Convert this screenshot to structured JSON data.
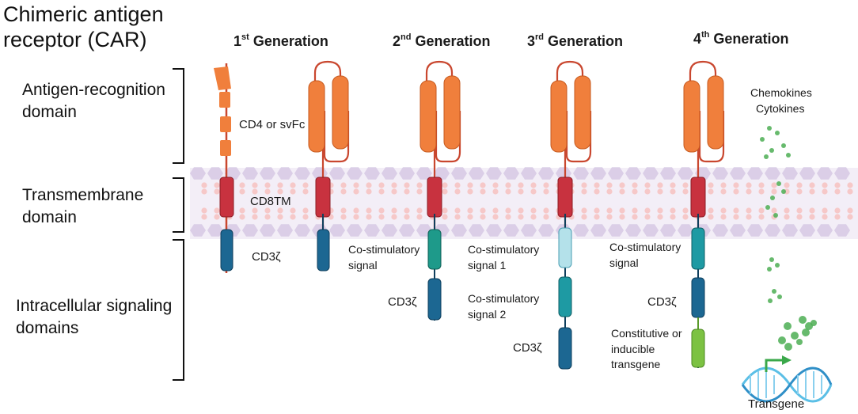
{
  "title": {
    "line1": "Chimeric antigen",
    "line2": "receptor (CAR)"
  },
  "domains": {
    "antigen": {
      "line1": "Antigen-recognition",
      "line2": "domain"
    },
    "transmembrane": {
      "line1": "Transmembrane",
      "line2": "domain"
    },
    "intracellular": {
      "line1": "Intracellular signaling",
      "line2": "domains"
    }
  },
  "generations": [
    {
      "num": "1",
      "sup": "st",
      "label": "Generation"
    },
    {
      "num": "2",
      "sup": "nd",
      "label": "Generation"
    },
    {
      "num": "3",
      "sup": "rd",
      "label": "Generation"
    },
    {
      "num": "4",
      "sup": "th",
      "label": "Generation"
    }
  ],
  "labels": {
    "cd4": "CD4 or svFc",
    "cd8tm": "CD8TM",
    "cd3z_1": "CD3ζ",
    "cd3z_2": "CD3ζ",
    "cd3z_3": "CD3ζ",
    "cd3z_4": "CD3ζ",
    "costim_gen2": {
      "line1": "Co-stimulatory",
      "line2": "signal"
    },
    "costim1_gen3": {
      "line1": "Co-stimulatory",
      "line2": "signal 1"
    },
    "costim2_gen3": {
      "line1": "Co-stimulatory",
      "line2": "signal 2"
    },
    "costim_gen4": {
      "line1": "Co-stimulatory",
      "line2": "signal"
    },
    "constitutive": {
      "line1": "Constitutive or",
      "line2": "inducible",
      "line3": "transgene"
    },
    "chemokines": "Chemokines",
    "cytokines": "Cytokines",
    "transgene": "Transgene"
  },
  "colors": {
    "scfv_orange": "#f07f3c",
    "hinge_red": "#c9472f",
    "tm_red": "#c8323f",
    "cd3z_blue": "#1c6792",
    "costim_teal": "#1e9aa3",
    "costim_light": "#b4e1ea",
    "transgene_green": "#7cc242",
    "membrane_purple": "#d6c8e4",
    "lipid_pink": "#f6c8c8",
    "dot_green": "#4cae54",
    "dna_blue": "#5bbfe6"
  }
}
